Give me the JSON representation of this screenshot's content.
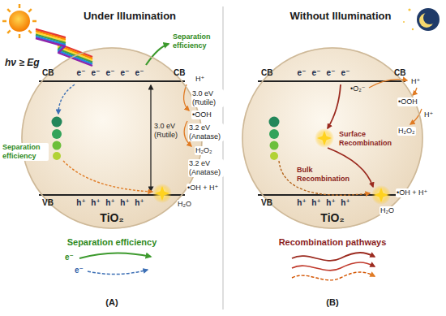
{
  "diagram": {
    "nodes": [
      {
        "text": [
          "CB",
          "CB",
          "e⁻",
          "e⁻",
          "e⁻",
          "e⁻",
          "e⁻",
          "3.0 eV (Rutile)",
          "VB",
          "h⁺",
          "h⁺",
          "h⁺",
          "h⁺",
          "h⁺",
          "TiO₂"
        ]
      },
      {
        "text": [
          "CB",
          "CB",
          "e⁻",
          "e⁻",
          "e⁻",
          "e⁻",
          "•O₂⁻",
          "Surface Recombination",
          "Bulk Recombination",
          "VB",
          "h⁺",
          "h⁺",
          "h⁺",
          "h⁺",
          "TiO₂"
        ]
      }
    ],
    "labels": [
      "Under Illumination",
      "Without Illumination",
      "hν ≥ Eg",
      "Separation efficiency",
      "H⁺",
      "3.0 eV (Rutile)",
      "•OOH",
      "3.2 eV (Anatase)",
      "H₂O₂",
      "3.2 eV (Anatase)",
      "•OH + H⁺",
      "H₂O",
      "Separation efficiency",
      "Separation efficiency",
      "e⁻",
      "e⁻",
      "(A)",
      "H⁺",
      "•OOH",
      "H⁺",
      "H₂O₂",
      "•OH + H⁺",
      "H₂O",
      "Recombination pathways",
      "(B)"
    ]
  }
}
